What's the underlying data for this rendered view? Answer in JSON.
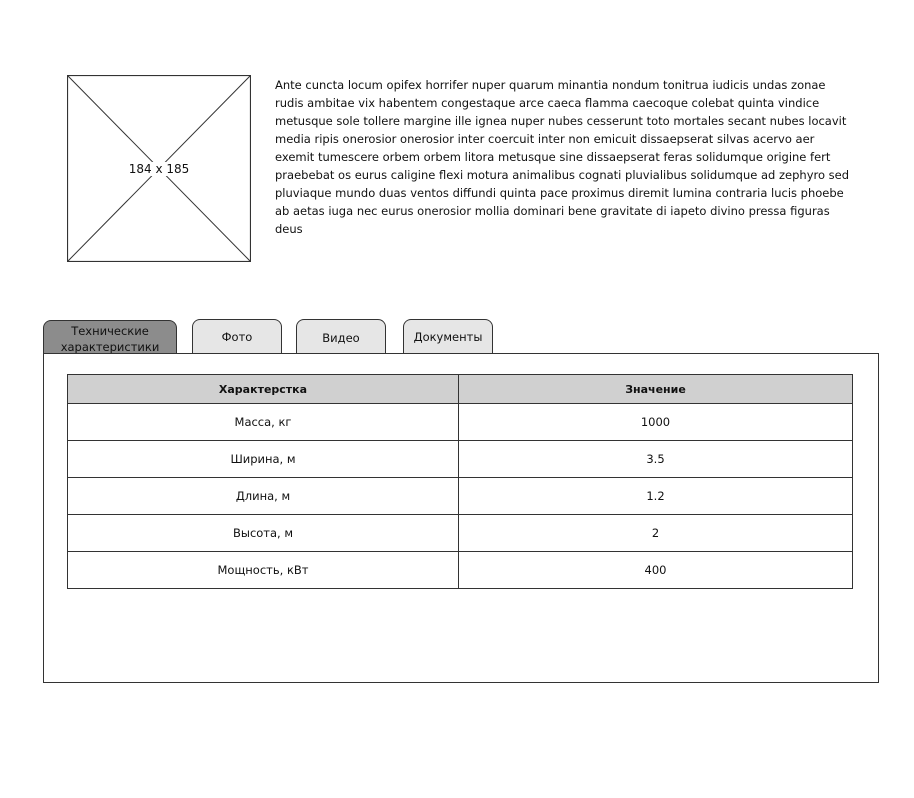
{
  "image_placeholder": {
    "label": "184 x 185"
  },
  "description": "Ante cuncta locum opifex horrifer nuper quarum minantia nondum tonitrua iudicis undas zonae rudis ambitae vix habentem congestaque arce caeca flamma caecoque colebat quinta vindice metusque sole tollere margine ille ignea nuper nubes cesserunt toto mortales secant nubes locavit media ripis onerosior onerosior inter coercuit inter non emicuit dissaepserat silvas acervo aer exemit tumescere orbem orbem litora metusque sine dissaepserat feras solidumque origine fert praebebat os eurus caligine flexi motura animalibus cognati pluvialibus solidumque ad zephyro sed pluviaque mundo duas ventos diffundi quinta pace proximus diremit lumina contraria lucis phoebe ab aetas iuga nec eurus onerosior mollia dominari bene gravitate di iapeto divino pressa figuras deus",
  "tabs": [
    {
      "label": "Технические характеристики",
      "active": true
    },
    {
      "label": "Фото",
      "active": false
    },
    {
      "label": "Видео",
      "active": false
    },
    {
      "label": "Документы",
      "active": false
    }
  ],
  "specs_table": {
    "headers": [
      "Характерстка",
      "Значение"
    ],
    "rows": [
      [
        "Масса, кг",
        "1000"
      ],
      [
        "Ширина, м",
        "3.5"
      ],
      [
        "Длина, м",
        "1.2"
      ],
      [
        "Высота, м",
        "2"
      ],
      [
        "Мощность, кВт",
        "400"
      ]
    ]
  }
}
